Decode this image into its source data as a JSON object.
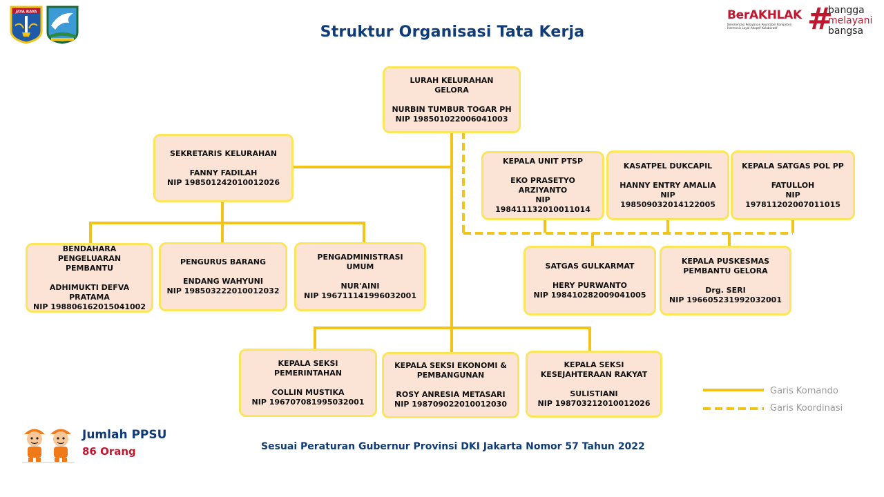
{
  "page": {
    "title": "Struktur Organisasi Tata Kerja"
  },
  "brand": {
    "berakhlak": "BerAKHLAK",
    "berakhlak_sub1": "Berorientasi Pelayanan Akuntabel Kompeten",
    "berakhlak_sub2": "Harmonis Loyal Adaptif Kolaboratif",
    "hashtag": "#",
    "bangga": "bangga",
    "melayani": "melayani",
    "bangsa": "bangsa",
    "jaya_raya": "JAYA RAYA"
  },
  "org": {
    "lurah": {
      "role": "LURAH KELURAHAN GELORA",
      "name": "NURBIN TUMBUR TOGAR PH",
      "nip": "NIP 198501022006041003"
    },
    "sekretaris": {
      "role": "SEKRETARIS KELURAHAN",
      "name": "FANNY FADILAH",
      "nip": "NIP 198501242010012026"
    },
    "bendahara": {
      "role": "BENDAHARA PENGELUARAN PEMBANTU",
      "name": "ADHIMUKTI DEFVA PRATAMA",
      "nip": "NIP 198806162015041002"
    },
    "pengurus": {
      "role": "PENGURUS BARANG",
      "name": "ENDANG WAHYUNI",
      "nip": "NIP 198503222010012032"
    },
    "pengadministrasi": {
      "role": "PENGADMINISTRASI UMUM",
      "name": "NUR'AINI",
      "nip": "NIP 196711141996032001"
    },
    "ptsp": {
      "role": "KEPALA UNIT PTSP",
      "name": "EKO PRASETYO ARZIYANTO",
      "nip": "NIP 198411132010011014"
    },
    "dukcapil": {
      "role": "KASATPEL DUKCAPIL",
      "name": "HANNY ENTRY AMALIA",
      "nip": "NIP 198509032014122005"
    },
    "polpp": {
      "role": "KEPALA SATGAS POL PP",
      "name": "FATULLOH",
      "nip": "NIP 197811202007011015"
    },
    "gulkarmat": {
      "role": "SATGAS GULKARMAT",
      "name": "HERY PURWANTO",
      "nip": "NIP 198410282009041005"
    },
    "puskesmas": {
      "role": "KEPALA PUSKESMAS PEMBANTU GELORA",
      "name": "Drg. SERI",
      "nip": "NIP 196605231992032001"
    },
    "pemerintahan": {
      "role": "KEPALA SEKSI PEMERINTAHAN",
      "name": "COLLIN MUSTIKA",
      "nip": "NIP 196707081995032001"
    },
    "ekonomi": {
      "role": "KEPALA SEKSI EKONOMI & PEMBANGUNAN",
      "name": "ROSY ANRESIA METASARI",
      "nip": "NIP 198709022010012030"
    },
    "kesra": {
      "role": "KEPALA SEKSI KESEJAHTERAAN RAKYAT",
      "name": "SULISTIANI",
      "nip": "NIP 198703212010012026"
    }
  },
  "legend": {
    "komando": "Garis Komando",
    "koordinasi": "Garis Koordinasi"
  },
  "ppsu": {
    "label": "Jumlah PPSU",
    "count": "86 Orang"
  },
  "footer": {
    "text": "Sesuai Peraturan Gubernur Provinsi DKI Jakarta Nomor 57 Tahun 2022"
  },
  "colors": {
    "title": "#0f3c78",
    "box_fill": "#fbe3d6",
    "box_border": "#fbe55a",
    "line": "#f2c318",
    "accent_red": "#c0172f"
  }
}
